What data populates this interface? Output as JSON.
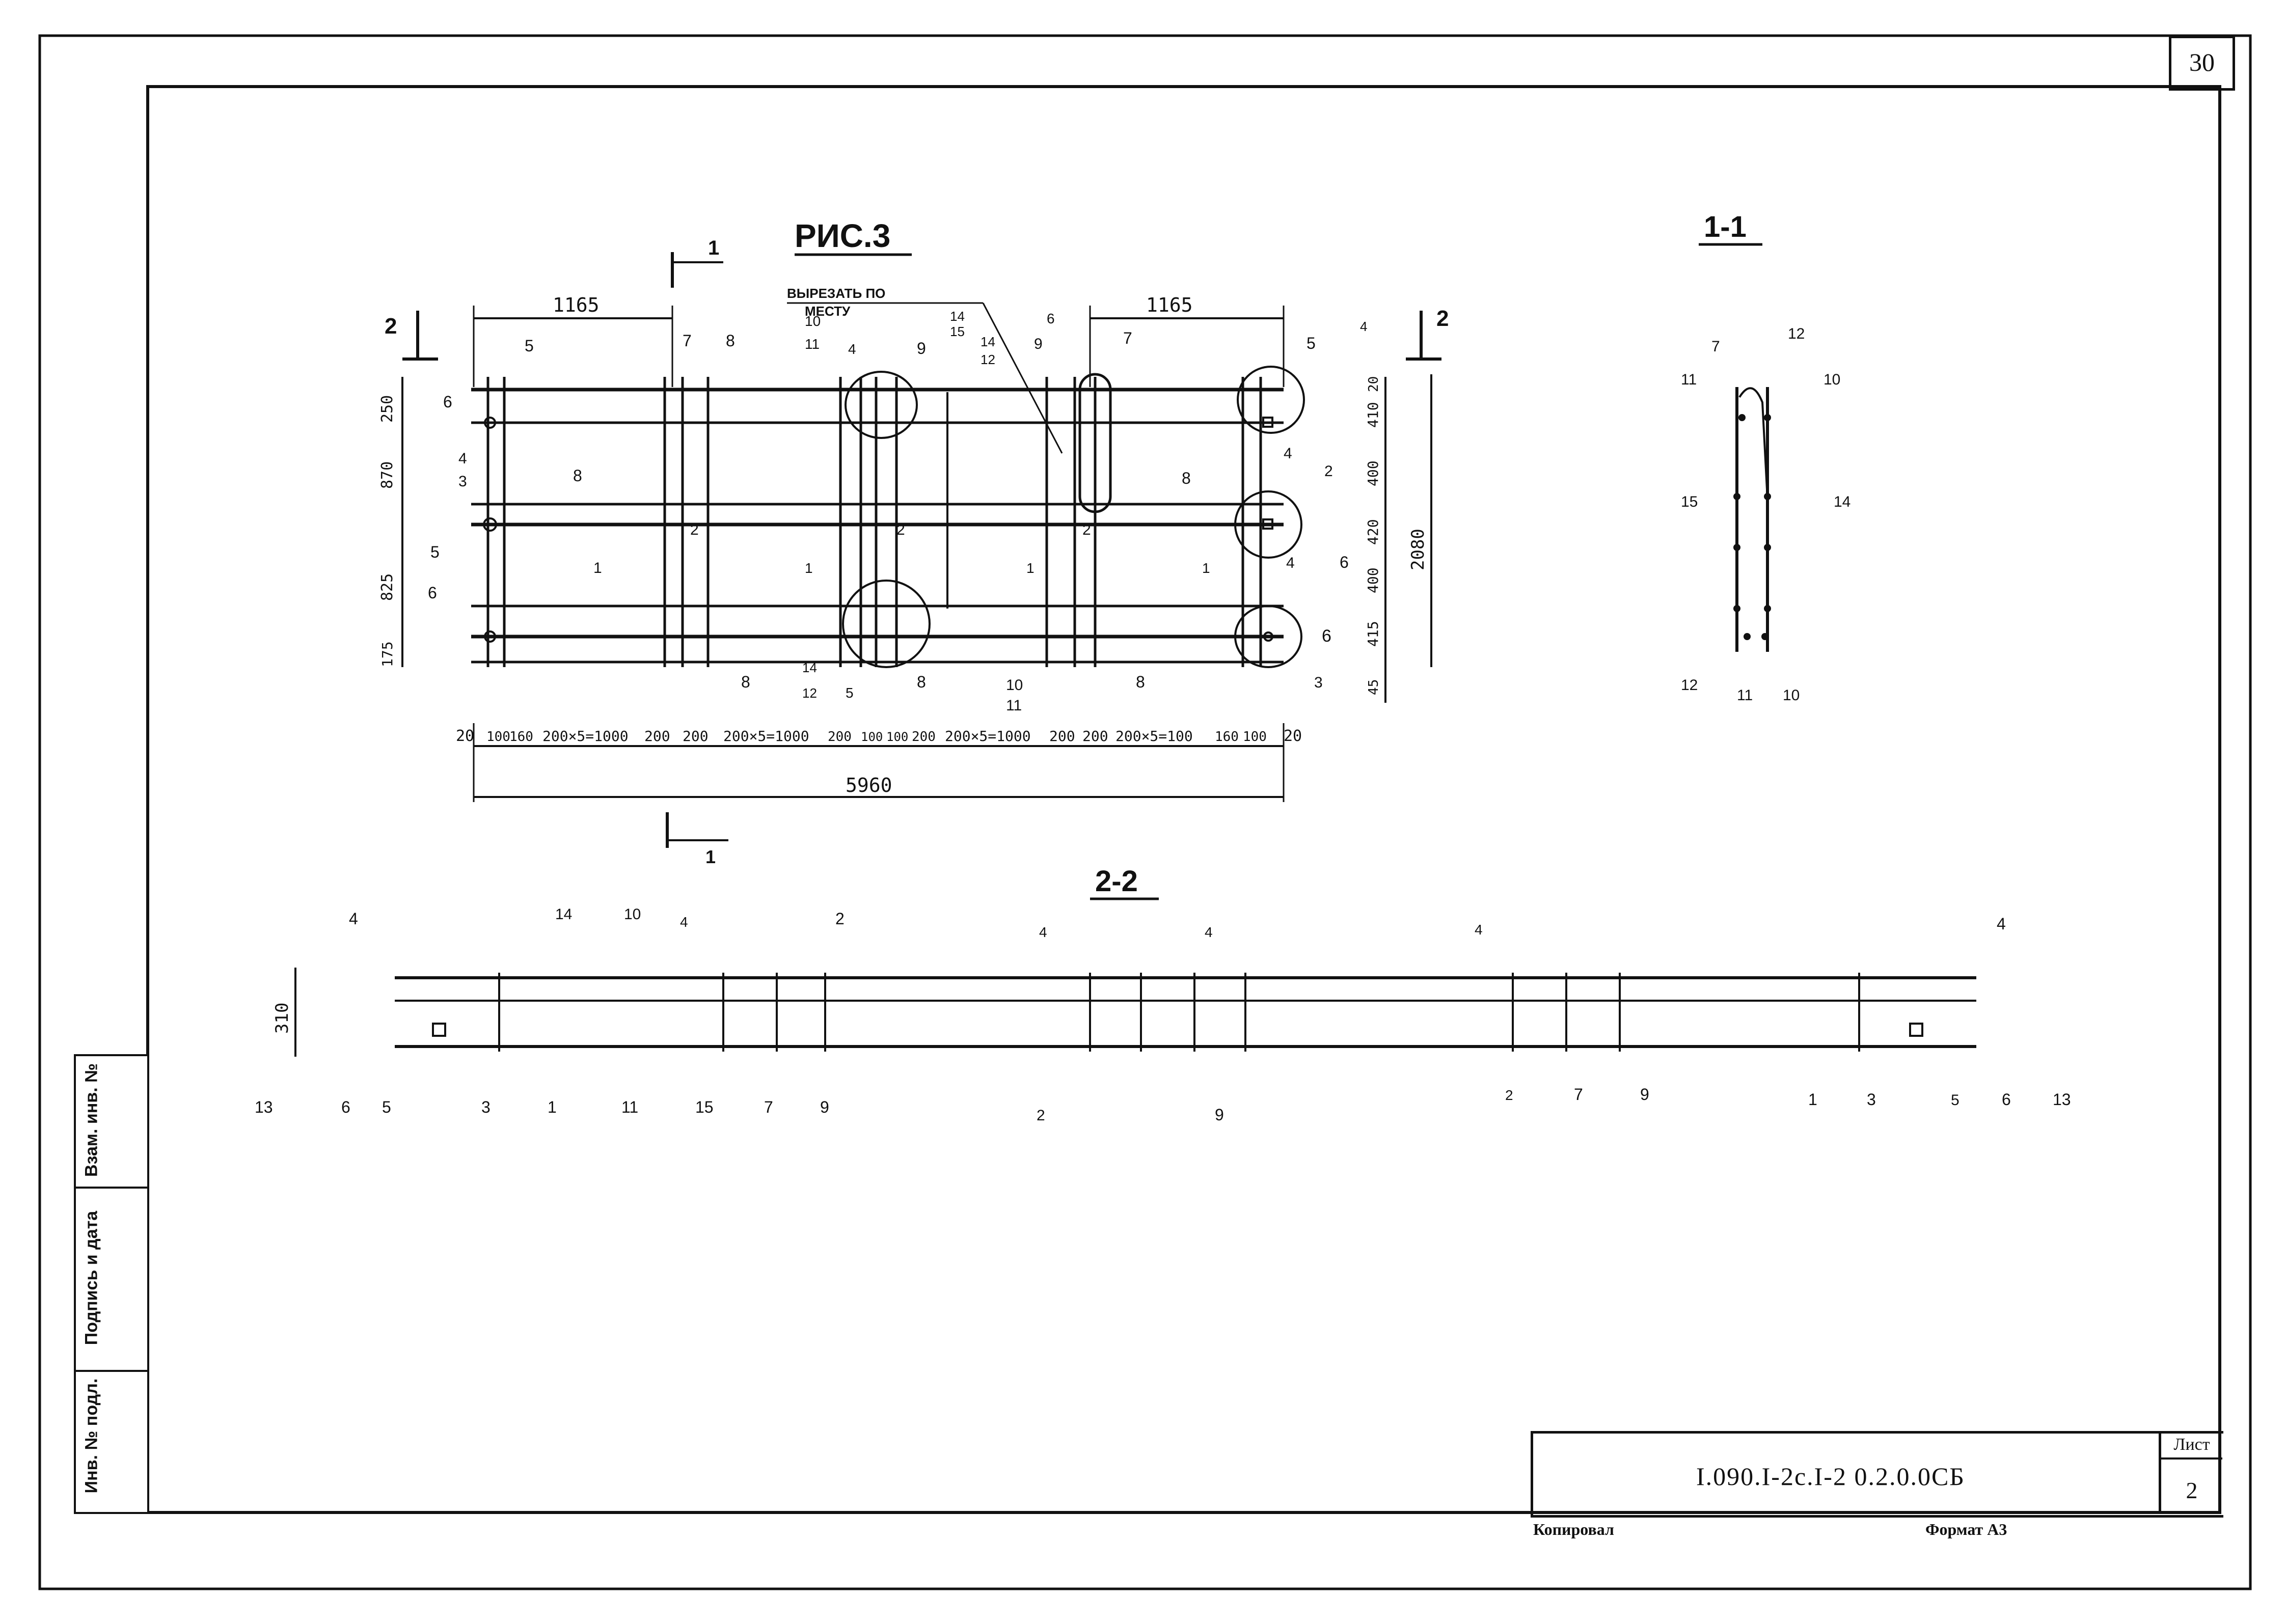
{
  "page": {
    "sheet_corner": "30"
  },
  "titles": {
    "main_view": "РИС.3",
    "section_1": "1-1",
    "section_2": "2-2",
    "note_line1": "ВЫРЕЗАТЬ ПО",
    "note_line2": "МЕСТУ"
  },
  "cut_markers": {
    "one": "1",
    "two": "2"
  },
  "dimensions": {
    "top_left": "1165",
    "top_right": "1165",
    "overall_width": "5960",
    "overall_height": "2080",
    "left_column": [
      "250",
      "870",
      "825",
      "175"
    ],
    "right_column": [
      "20",
      "410",
      "400",
      "420",
      "400",
      "415",
      "45"
    ],
    "bottom_row": [
      "20",
      "100",
      "160",
      "200×5=1000",
      "200",
      "200",
      "200×5=1000",
      "200",
      "100",
      "100",
      "200",
      "200×5=1000",
      "200",
      "200",
      "200×5=100",
      "160",
      "100",
      "20"
    ],
    "section_height": "310"
  },
  "positions": {
    "plan_top": [
      "5",
      "7",
      "8",
      "10",
      "11",
      "4",
      "9",
      "14",
      "15",
      "14",
      "12",
      "6",
      "9",
      "7",
      "5",
      "4"
    ],
    "plan_left": [
      "6",
      "4",
      "3",
      "8",
      "5",
      "6"
    ],
    "plan_mid": [
      "2",
      "1",
      "2",
      "1",
      "1",
      "2",
      "2",
      "8",
      "4",
      "1"
    ],
    "plan_right": [
      "2",
      "6",
      "4",
      "6",
      "3"
    ],
    "plan_bottom": [
      "8",
      "14",
      "12",
      "5",
      "8",
      "10",
      "11",
      "8"
    ],
    "section11": [
      "7",
      "12",
      "11",
      "10",
      "15",
      "14",
      "12",
      "11",
      "10"
    ],
    "section22_top": [
      "4",
      "14",
      "10",
      "4",
      "2",
      "4",
      "4",
      "4",
      "4"
    ],
    "section22_bottom": [
      "13",
      "6",
      "5",
      "3",
      "1",
      "11",
      "15",
      "7",
      "9",
      "2",
      "9",
      "2",
      "7",
      "9",
      "1",
      "3",
      "5",
      "6",
      "13"
    ]
  },
  "side_stamp": {
    "col1": "Инв. № подл.",
    "col2": "Подпись и дата",
    "col3": "Взам. инв. №"
  },
  "title_block": {
    "code": "I.090.I-2c.I-2 0.2.0.0СБ",
    "sheet_label": "Лист",
    "sheet_number": "2"
  },
  "footer": {
    "copied": "Копировал",
    "format": "Формат А3"
  }
}
